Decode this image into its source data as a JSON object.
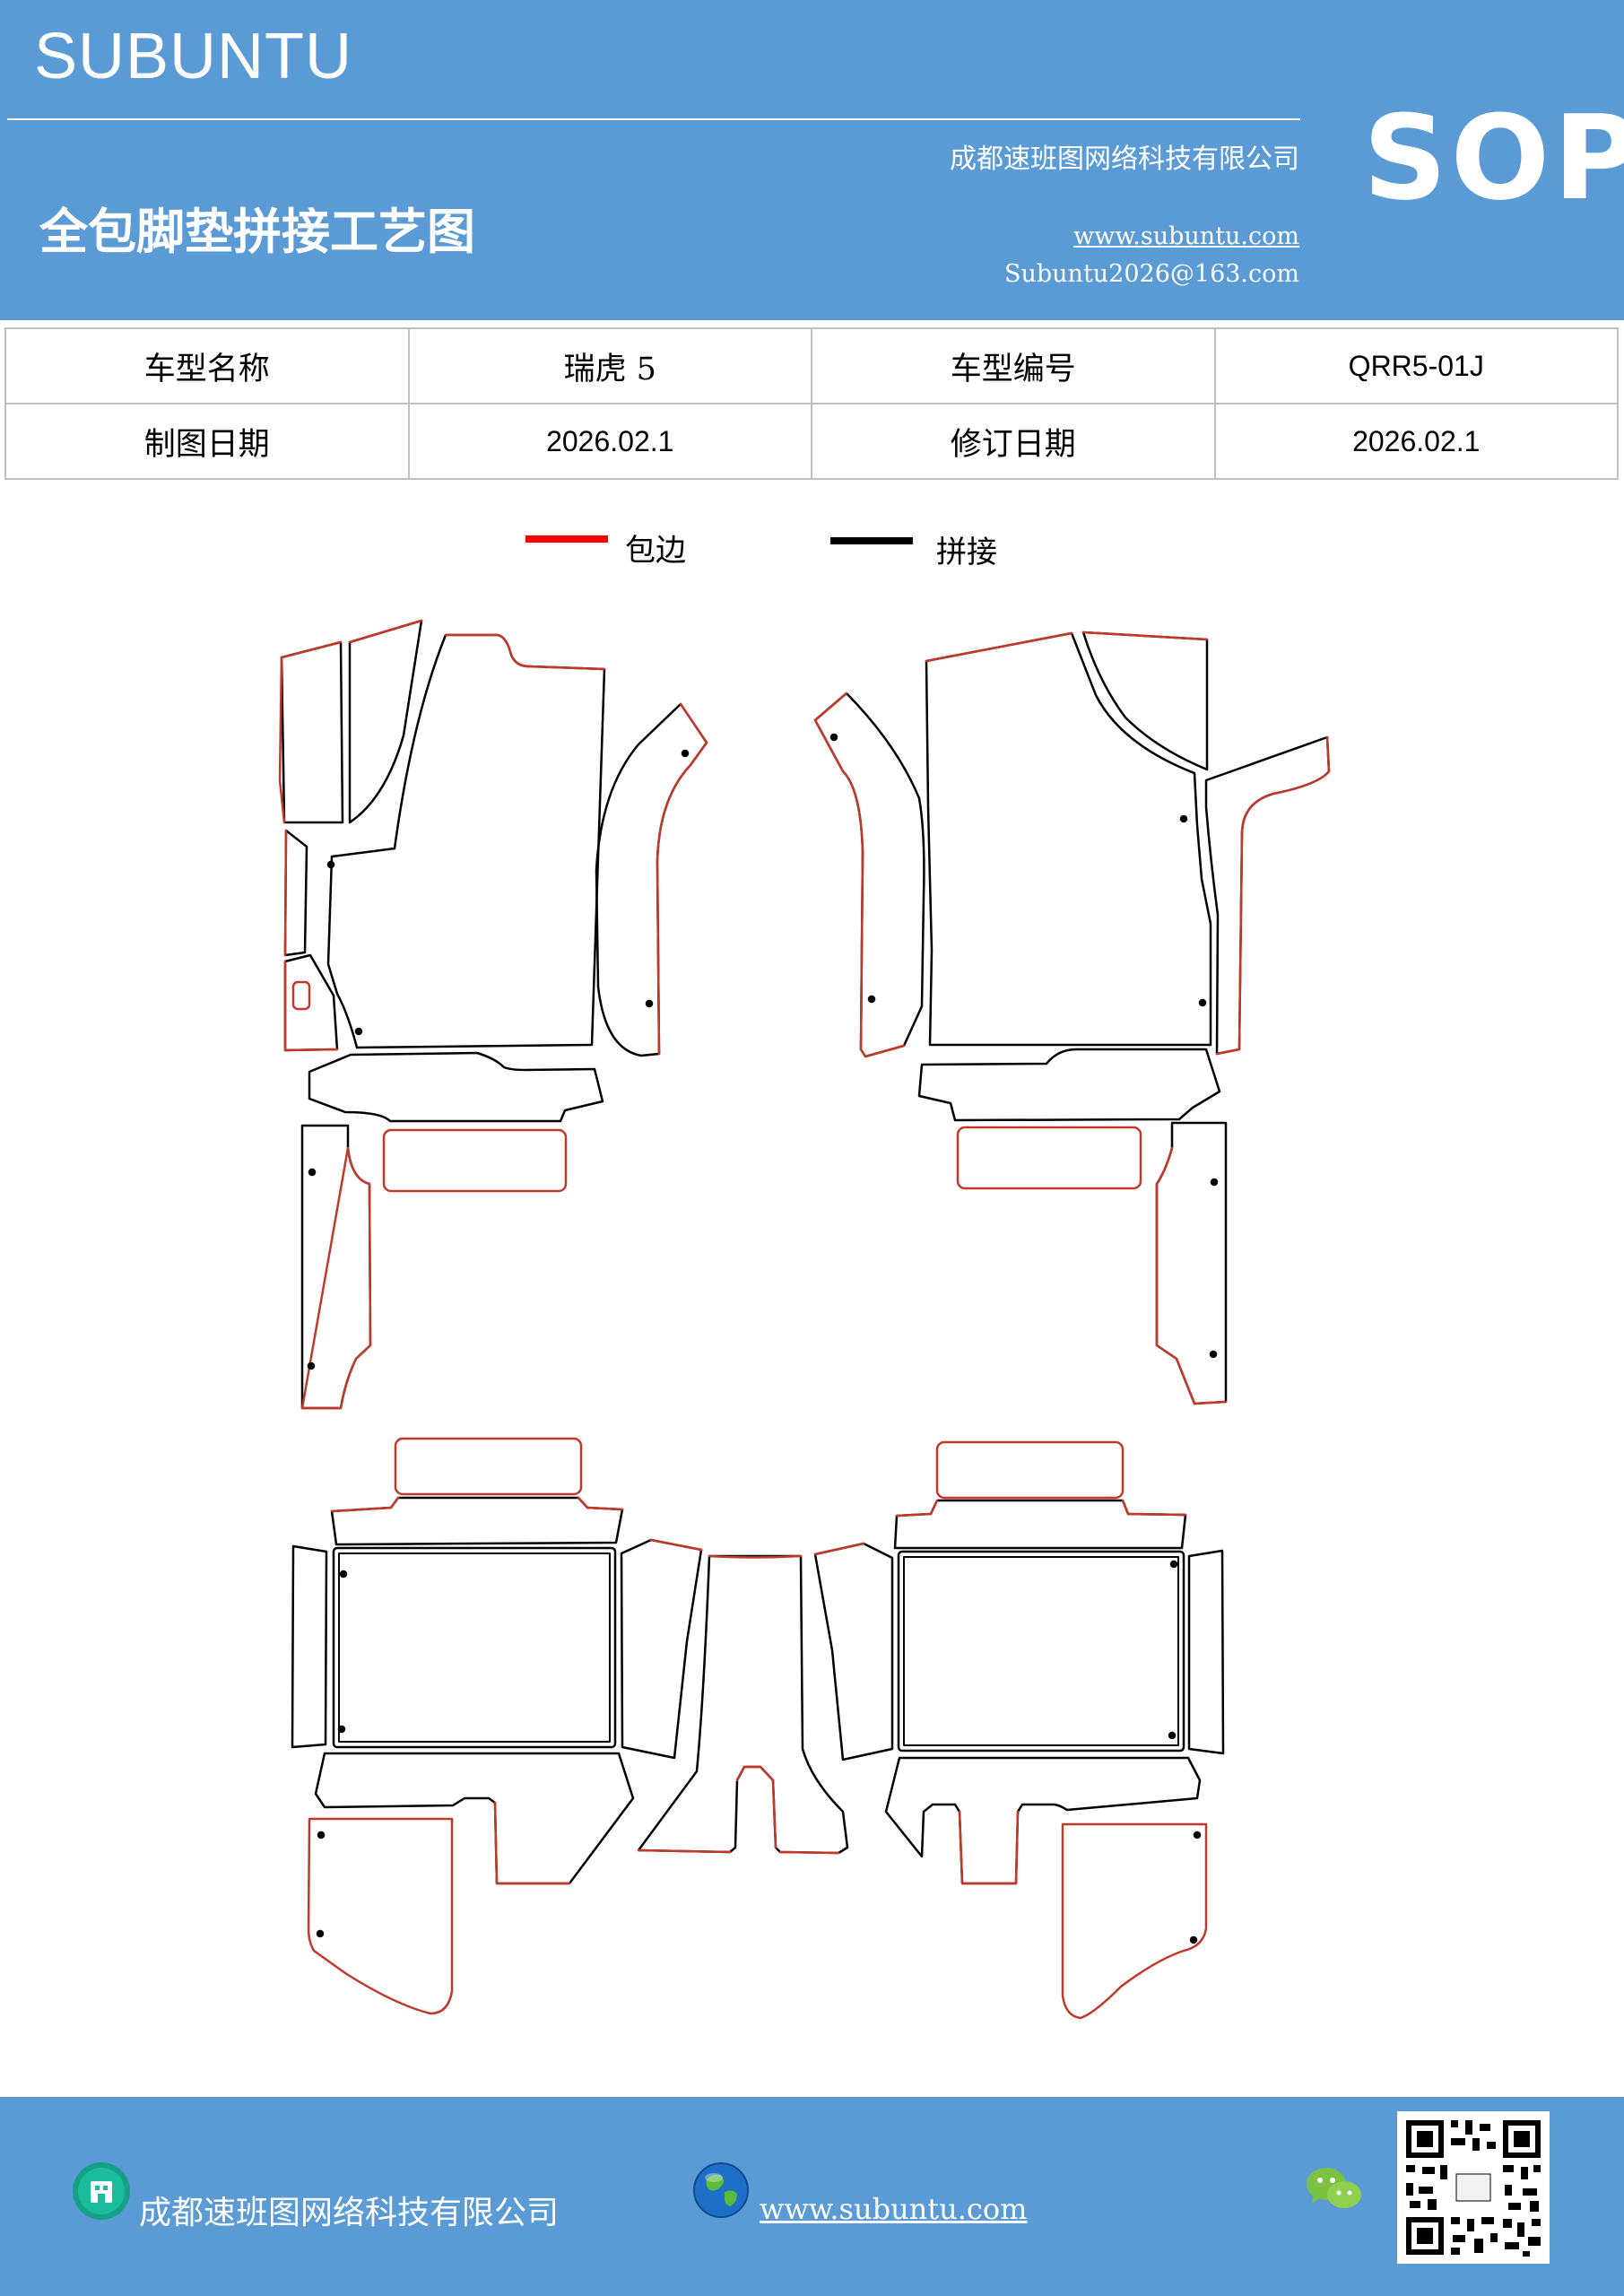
{
  "header": {
    "brand": "SUBUNTU",
    "company": "成都速班图网络科技有限公司",
    "title": "全包脚垫拼接工艺图",
    "website": "www.subuntu.com",
    "email": "Subuntu2026@163.com",
    "badge": "SOP",
    "background_color": "#5b9bd5"
  },
  "info": {
    "model_name_label": "车型名称",
    "model_name": "瑞虎 5",
    "model_code_label": "车型编号",
    "model_code": "QRR5-01J",
    "draw_date_label": "制图日期",
    "draw_date": "2026.02.1",
    "revision_date_label": "修订日期",
    "revision_date": "2026.02.1"
  },
  "legend": {
    "items": [
      {
        "label": "包边",
        "color": "#ff0000"
      },
      {
        "label": "拼接",
        "color": "#000000"
      }
    ]
  },
  "diagram": {
    "edge_color": "#c0392b",
    "seam_color": "#000000"
  },
  "footer": {
    "company": "成都速班图网络科技有限公司",
    "website": "www.subuntu.com ",
    "icons": [
      "company-icon",
      "globe-icon",
      "wechat-icon",
      "qr-code"
    ]
  }
}
